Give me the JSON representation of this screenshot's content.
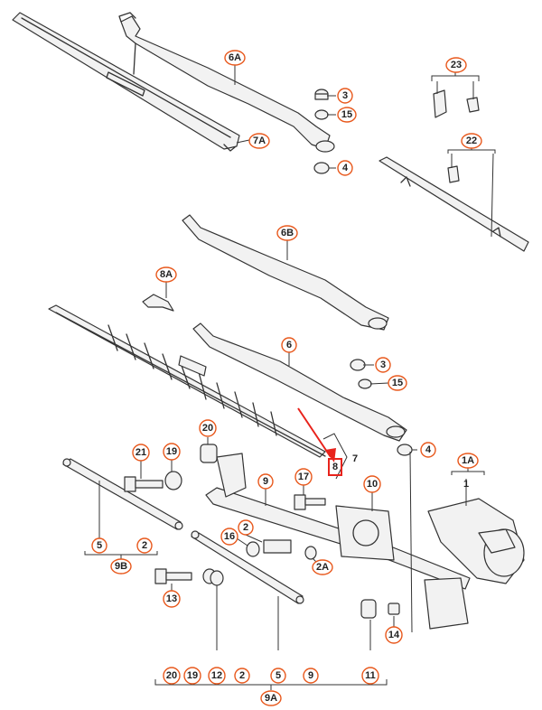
{
  "callouts": {
    "c6A": "6A",
    "c7A": "7A",
    "c3a": "3",
    "c15a": "15",
    "c4a": "4",
    "c23": "23",
    "c22": "22",
    "c6B": "6B",
    "c8A": "8A",
    "c6": "6",
    "c3b": "3",
    "c15b": "15",
    "c4b": "4",
    "c7": "7",
    "c8": "8",
    "c1A": "1A",
    "c1": "1",
    "c20": "20",
    "c21": "21",
    "c19": "19",
    "c9": "9",
    "c17": "17",
    "c10": "10",
    "c2": "2",
    "c16": "16",
    "c2A": "2A",
    "c5": "5",
    "c2b": "2",
    "c9B": "9B",
    "c13": "13",
    "c12": "12",
    "c14": "14",
    "c11": "11",
    "c9A": "9A"
  },
  "bottom_row": [
    "20",
    "19",
    "12",
    "2",
    "5",
    "9",
    "11"
  ],
  "accent_color": "#e8581c",
  "pointer_color": "#e8231c"
}
